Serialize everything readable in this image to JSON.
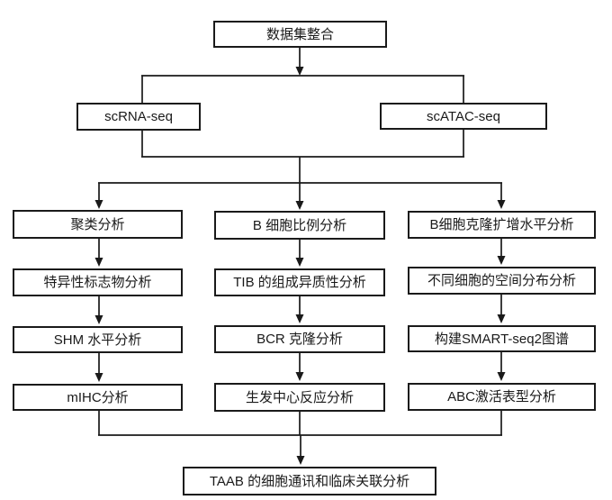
{
  "diagram": {
    "type": "flowchart",
    "colors": {
      "background": "#ffffff",
      "box_fill": "#ffffff",
      "box_border": "#1a1a1a",
      "line": "#1a1a1a",
      "text": "#1a1a1a"
    },
    "nodes": {
      "dataset_integration": {
        "label": "数据集整合"
      },
      "scrna_seq": {
        "label": "scRNA-seq"
      },
      "scatac_seq": {
        "label": "scATAC-seq"
      },
      "clustering": {
        "label": "聚类分析"
      },
      "specific_markers": {
        "label": "特异性标志物分析"
      },
      "shm_level": {
        "label": "SHM 水平分析"
      },
      "mihc": {
        "label": "mIHC分析"
      },
      "b_cell_ratio": {
        "label": "B 细胞比例分析"
      },
      "tib_heterogeneity": {
        "label": "TIB 的组成异质性分析"
      },
      "bcr_clone": {
        "label": "BCR 克隆分析"
      },
      "germinal_center": {
        "label": "生发中心反应分析"
      },
      "b_clonal_expansion": {
        "label": "B细胞克隆扩增水平分析"
      },
      "spatial_distribution": {
        "label": "不同细胞的空间分布分析"
      },
      "smart_seq2_atlas": {
        "label": "构建SMART-seq2图谱"
      },
      "abc_activation": {
        "label": "ABC激活表型分析"
      },
      "taab_analysis": {
        "label": "TAAB 的细胞通讯和临床关联分析"
      }
    },
    "edges": [
      "数据集整合 -> scRNA-seq",
      "数据集整合 -> scATAC-seq",
      "scRNA-seq + scATAC-seq -> 聚类分析",
      "scRNA-seq + scATAC-seq -> B 细胞比例分析",
      "scRNA-seq + scATAC-seq -> B细胞克隆扩增水平分析",
      "聚类分析 -> 特异性标志物分析 -> SHM 水平分析 -> mIHC分析",
      "B 细胞比例分析 -> TIB 的组成异质性分析 -> BCR 克隆分析 -> 生发中心反应分析",
      "B细胞克隆扩增水平分析 -> 不同细胞的空间分布分析 -> 构建SMART-seq2图谱 -> ABC激活表型分析",
      "mIHC分析 + 生发中心反应分析 + ABC激活表型分析 -> TAAB 的细胞通讯和临床关联分析"
    ]
  }
}
